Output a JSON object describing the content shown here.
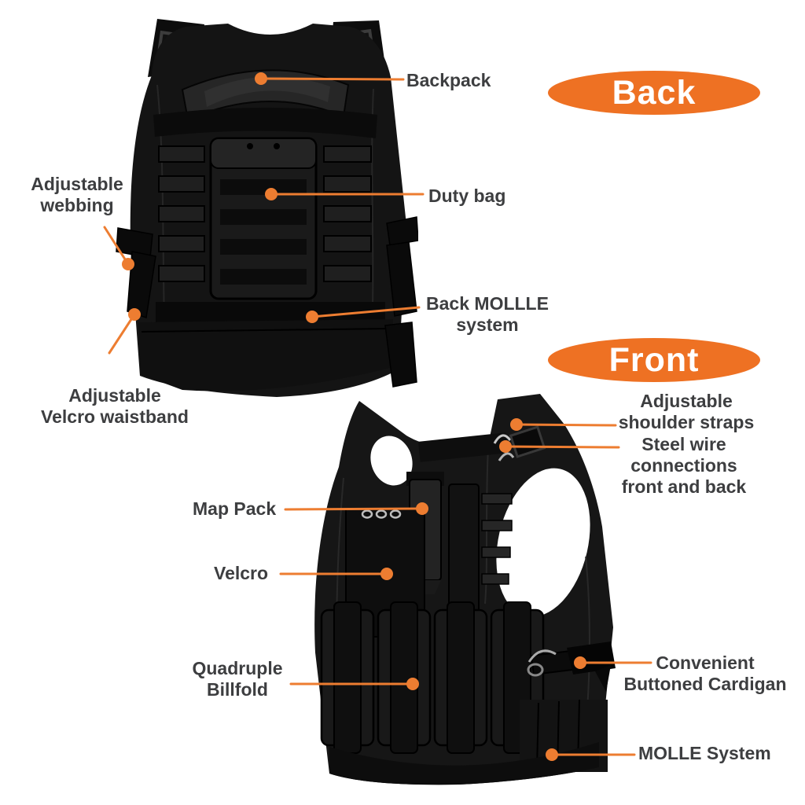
{
  "style": {
    "background": "#ffffff",
    "accent_orange": "#ee7123",
    "leader_orange": "#ed7d31",
    "label_color": "#3d3e40",
    "badge_text_color": "#ffffff",
    "vest_color": "#141414"
  },
  "back_section": {
    "badge_label": "Back",
    "annotations": [
      {
        "id": "backpack",
        "label": "Backpack"
      },
      {
        "id": "adjustable-webbing",
        "label": "Adjustable\nwebbing"
      },
      {
        "id": "duty-bag",
        "label": "Duty bag"
      },
      {
        "id": "back-molle-system",
        "label": "Back MOLLLE\nsystem"
      },
      {
        "id": "adjustable-velcro-waistband",
        "label": "Adjustable\nVelcro waistband"
      }
    ]
  },
  "front_section": {
    "badge_label": "Front",
    "annotations": [
      {
        "id": "adjustable-shoulder-straps",
        "label": "Adjustable\nshoulder straps"
      },
      {
        "id": "steel-wire-connections",
        "label": "Steel wire\nconnections\nfront and back"
      },
      {
        "id": "map-pack",
        "label": "Map Pack"
      },
      {
        "id": "velcro",
        "label": "Velcro"
      },
      {
        "id": "quadruple-billfold",
        "label": "Quadruple\nBillfold"
      },
      {
        "id": "convenient-buttoned-cardigan",
        "label": "Convenient\nButtoned Cardigan"
      },
      {
        "id": "molle-system",
        "label": "MOLLE System"
      }
    ]
  }
}
